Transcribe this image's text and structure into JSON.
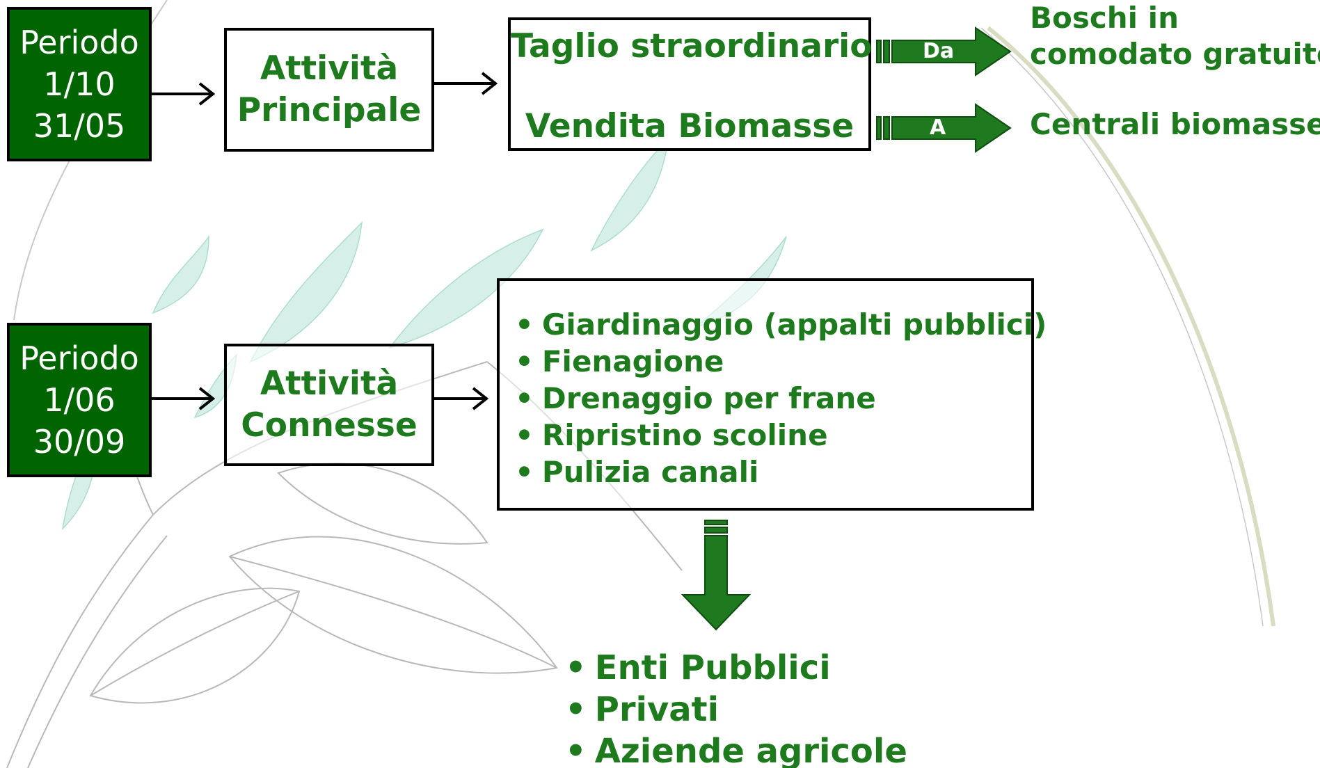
{
  "top_row": {
    "period": {
      "label": "Periodo",
      "start": "1/10",
      "end": "31/05"
    },
    "activity": {
      "line1": "Attività",
      "line2": "Principale"
    },
    "details": {
      "line1": "Taglio straordinario",
      "line2": "Vendita Biomasse"
    },
    "arrow_from_label": "Da",
    "arrow_to_label": "A",
    "source": {
      "line1": "Boschi in",
      "line2": "comodato gratuito"
    },
    "destination": "Centrali biomasse"
  },
  "bottom_row": {
    "period": {
      "label": "Periodo",
      "start": "1/06",
      "end": "30/09"
    },
    "activity": {
      "line1": "Attività",
      "line2": "Connesse"
    },
    "services": [
      "Giardinaggio (appalti pubblici)",
      "Fienagione",
      "Drenaggio per frane",
      "Ripristino scoline",
      "Pulizia canali"
    ],
    "clients": [
      "Enti Pubblici",
      "Privati",
      "Aziende agricole"
    ]
  },
  "colors": {
    "period_fill": "#006400",
    "text_green": "#1d7a1d",
    "arrow_green": "#1f7a1f",
    "border": "#000000"
  }
}
